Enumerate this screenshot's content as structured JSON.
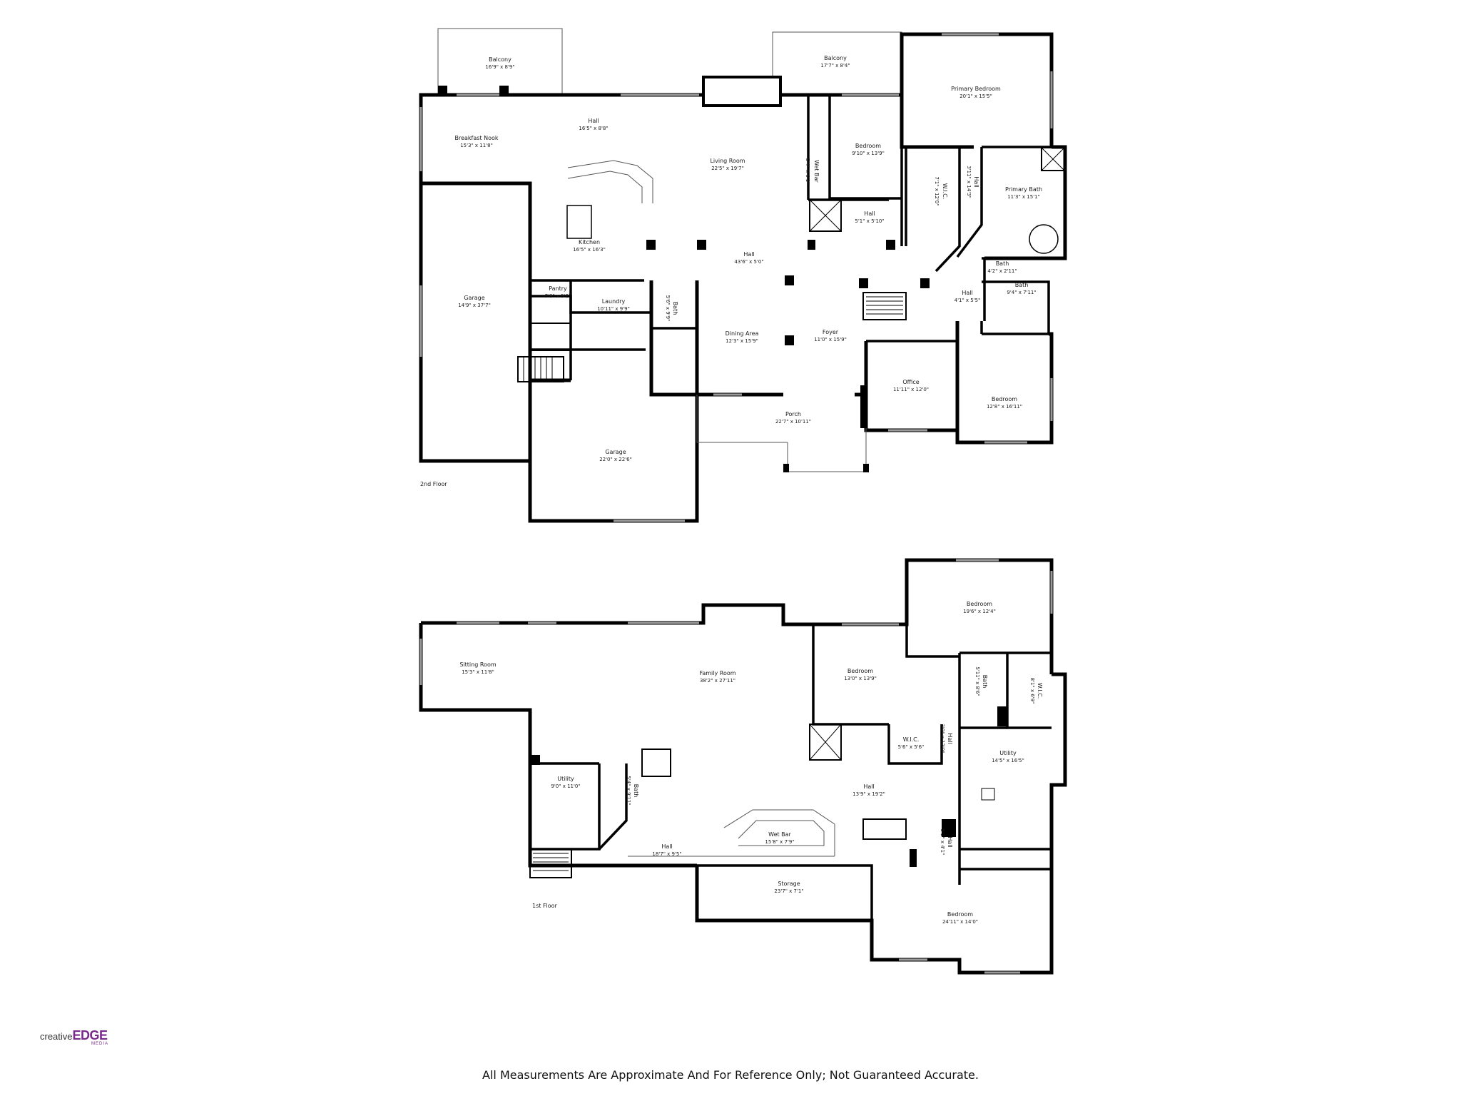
{
  "floors": [
    {
      "id": "2nd",
      "label": "2nd Floor",
      "rooms": [
        {
          "key": "balcony-west",
          "name": "Balcony",
          "dims": "16'9\" x 8'9\""
        },
        {
          "key": "balcony-east",
          "name": "Balcony",
          "dims": "17'7\" x 8'4\""
        },
        {
          "key": "primary-bedroom",
          "name": "Primary Bedroom",
          "dims": "20'1\" x 15'5\""
        },
        {
          "key": "breakfast-nook",
          "name": "Breakfast Nook",
          "dims": "15'3\" x 11'8\""
        },
        {
          "key": "hall-north",
          "name": "Hall",
          "dims": "16'5\" x 8'8\""
        },
        {
          "key": "living-room",
          "name": "Living Room",
          "dims": "22'5\" x 19'7\""
        },
        {
          "key": "bedroom-2f-a",
          "name": "Bedroom",
          "dims": "9'10\" x 13'9\""
        },
        {
          "key": "wet-bar-2f",
          "name": "Wet Bar",
          "dims": "5'4\" x 6'1\""
        },
        {
          "key": "wic-primary",
          "name": "W.I.C.",
          "dims": "7'1\" x 12'0\""
        },
        {
          "key": "hall-primary",
          "name": "Hall",
          "dims": "3'11\" x 14'3\""
        },
        {
          "key": "primary-bath",
          "name": "Primary Bath",
          "dims": "11'3\" x 15'1\""
        },
        {
          "key": "hall-small",
          "name": "Hall",
          "dims": "5'1\" x 5'10\""
        },
        {
          "key": "kitchen",
          "name": "Kitchen",
          "dims": "16'5\" x 16'3\""
        },
        {
          "key": "hall-main",
          "name": "Hall",
          "dims": "43'6\" x 5'0\""
        },
        {
          "key": "bath-small",
          "name": "Bath",
          "dims": "4'2\" x 2'11\""
        },
        {
          "key": "bath-2f",
          "name": "Bath",
          "dims": "9'4\" x 7'11\""
        },
        {
          "key": "hall-east",
          "name": "Hall",
          "dims": "4'1\" x 5'5\""
        },
        {
          "key": "garage-long",
          "name": "Garage",
          "dims": "14'9\" x 37'7\""
        },
        {
          "key": "pantry",
          "name": "Pantry",
          "dims": "7'8\" x 5'2\""
        },
        {
          "key": "laundry",
          "name": "Laundry",
          "dims": "10'11\" x 9'9\""
        },
        {
          "key": "bath-laundry",
          "name": "Bath",
          "dims": "5'6\" x 9'9\""
        },
        {
          "key": "dining-area",
          "name": "Dining Area",
          "dims": "12'3\" x 15'9\""
        },
        {
          "key": "foyer",
          "name": "Foyer",
          "dims": "11'0\" x 15'9\""
        },
        {
          "key": "office",
          "name": "Office",
          "dims": "11'11\" x 12'0\""
        },
        {
          "key": "bedroom-2f-b",
          "name": "Bedroom",
          "dims": "12'8\" x 16'11\""
        },
        {
          "key": "porch",
          "name": "Porch",
          "dims": "22'7\" x 10'11\""
        },
        {
          "key": "garage-square",
          "name": "Garage",
          "dims": "22'0\" x 22'6\""
        }
      ]
    },
    {
      "id": "1st",
      "label": "1st Floor",
      "rooms": [
        {
          "key": "bedroom-1f-ne",
          "name": "Bedroom",
          "dims": "19'6\" x 12'4\""
        },
        {
          "key": "sitting-room",
          "name": "Sitting Room",
          "dims": "15'3\" x 11'8\""
        },
        {
          "key": "family-room",
          "name": "Family Room",
          "dims": "38'2\" x 27'11\""
        },
        {
          "key": "bedroom-1f-mid",
          "name": "Bedroom",
          "dims": "13'0\" x 13'9\""
        },
        {
          "key": "bath-1f-a",
          "name": "Bath",
          "dims": "5'11\" x 8'6\""
        },
        {
          "key": "wic-1f-a",
          "name": "W.I.C.",
          "dims": "8'1\" x 6'9\""
        },
        {
          "key": "wic-1f-b",
          "name": "W.I.C.",
          "dims": "5'6\" x 5'6\""
        },
        {
          "key": "hall-1f-vert",
          "name": "Hall",
          "dims": "3'0\" x 12'0\""
        },
        {
          "key": "utility-1f-e",
          "name": "Utility",
          "dims": "14'5\" x 16'5\""
        },
        {
          "key": "utility-1f-w",
          "name": "Utility",
          "dims": "9'0\" x 11'0\""
        },
        {
          "key": "bath-1f-b",
          "name": "Bath",
          "dims": "5'4\" x 9'11\""
        },
        {
          "key": "hall-1f-mid",
          "name": "Hall",
          "dims": "13'9\" x 19'2\""
        },
        {
          "key": "wet-bar-1f",
          "name": "Wet Bar",
          "dims": "15'8\" x 7'9\""
        },
        {
          "key": "hall-1f-sw",
          "name": "Hall",
          "dims": "18'7\" x 9'5\""
        },
        {
          "key": "hall-1f-small",
          "name": "Hall",
          "dims": "5'2\" x 4'1\""
        },
        {
          "key": "storage",
          "name": "Storage",
          "dims": "23'7\" x 7'1\""
        },
        {
          "key": "bedroom-1f-se",
          "name": "Bedroom",
          "dims": "24'11\" x 14'0\""
        }
      ]
    }
  ],
  "disclaimer": "All Measurements Are Approximate And For Reference Only; Not Guaranteed Accurate.",
  "logo": {
    "prefix": "creative",
    "brand": "EDGE",
    "suffix": "MEDIA",
    "brand_color": "#7a2a8c"
  }
}
